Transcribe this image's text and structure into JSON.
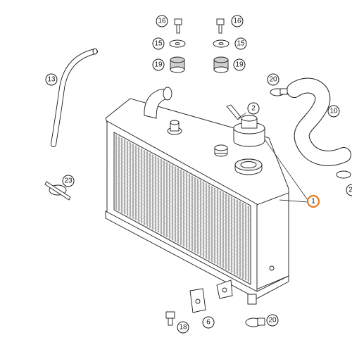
{
  "diagram": {
    "callouts": [
      {
        "id": "part-1",
        "label": "1",
        "highlight": true
      },
      {
        "id": "part-2",
        "label": "2"
      },
      {
        "id": "part-6",
        "label": "6"
      },
      {
        "id": "part-10",
        "label": "10"
      },
      {
        "id": "part-13",
        "label": "13"
      },
      {
        "id": "part-15a",
        "label": "15"
      },
      {
        "id": "part-15b",
        "label": "15"
      },
      {
        "id": "part-16a",
        "label": "16"
      },
      {
        "id": "part-16b",
        "label": "16"
      },
      {
        "id": "part-18",
        "label": "18"
      },
      {
        "id": "part-19a",
        "label": "19"
      },
      {
        "id": "part-19b",
        "label": "19"
      },
      {
        "id": "part-20a",
        "label": "20"
      },
      {
        "id": "part-20b",
        "label": "20"
      },
      {
        "id": "part-21",
        "label": "2"
      },
      {
        "id": "part-23",
        "label": "23"
      }
    ],
    "colors": {
      "highlight": "#e8791e",
      "line": "#1a1a1a",
      "fin": "#6f6f6f"
    }
  }
}
